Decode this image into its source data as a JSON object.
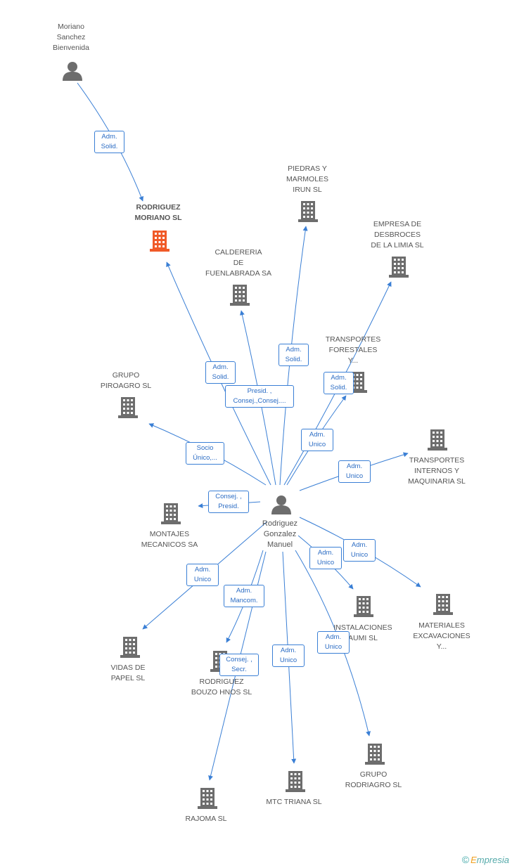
{
  "colors": {
    "edge": "#3a7fd5",
    "icon": "#6d6d6d",
    "highlight": "#f05a28"
  },
  "nodes": {
    "moriano": "Moriano\nSanchez\nBienvenida",
    "rodriguez_moriano": "RODRIGUEZ\nMORIANO SL",
    "piedras": "PIEDRAS Y\nMARMOLES\nIRUN SL",
    "empresa_desbroces": "EMPRESA DE\nDESBROCES\nDE LA LIMIA SL",
    "caldereria": "CALDERERIA\nDE\nFUENLABRADA SA",
    "transportes_forestales": "TRANSPORTES\nFORESTALES\nY...",
    "grupo_piroagro": "GRUPO\nPIROAGRO SL",
    "transportes_internos": "TRANSPORTES\nINTERNOS Y\nMAQUINARIA SL",
    "manuel": "Rodriguez\nGonzalez\nManuel",
    "montajes": "MONTAJES\nMECANICOS SA",
    "instalaciones": "INSTALACIONES\nAUMI SL",
    "materiales": "MATERIALES\nEXCAVACIONES\nY...",
    "vidas": "VIDAS DE\nPAPEL SL",
    "bouzo": "RODRIGUEZ\nBOUZO HNOS SL",
    "grupo_rodriagro": "GRUPO\nRODRIAGRO SL",
    "rajoma": "RAJOMA SL",
    "mtc": "MTC TRIANA  SL"
  },
  "relations": {
    "moriano_adm": "Adm.\nSolid.",
    "rm_adm": "Adm.\nSolid.",
    "piedras_adm": "Adm.\nSolid.",
    "caldereria_presid": "Presid. ,\nConsej.,Consej....",
    "forestales_adm": "Adm.\nSolid.",
    "desbroces_adm": "Adm.\nUnico",
    "piroagro_socio": "Socio\nÚnico,...",
    "internos_adm": "Adm.\nUnico",
    "montajes_consej": "Consej. ,\nPresid.",
    "vidas_adm": "Adm.\nUnico",
    "bouzo_mancom": "Adm.\nMancom.",
    "instalaciones_adm": "Adm.\nUnico",
    "materiales_adm": "Adm.\nUnico",
    "rajoma_consej": "Consej. ,\nSecr.",
    "mtc_adm": "Adm.\nUnico",
    "rodriagro_adm": "Adm.\nUnico"
  },
  "brand": {
    "copyright": "©",
    "first_letter": "E",
    "rest": "mpresia"
  }
}
